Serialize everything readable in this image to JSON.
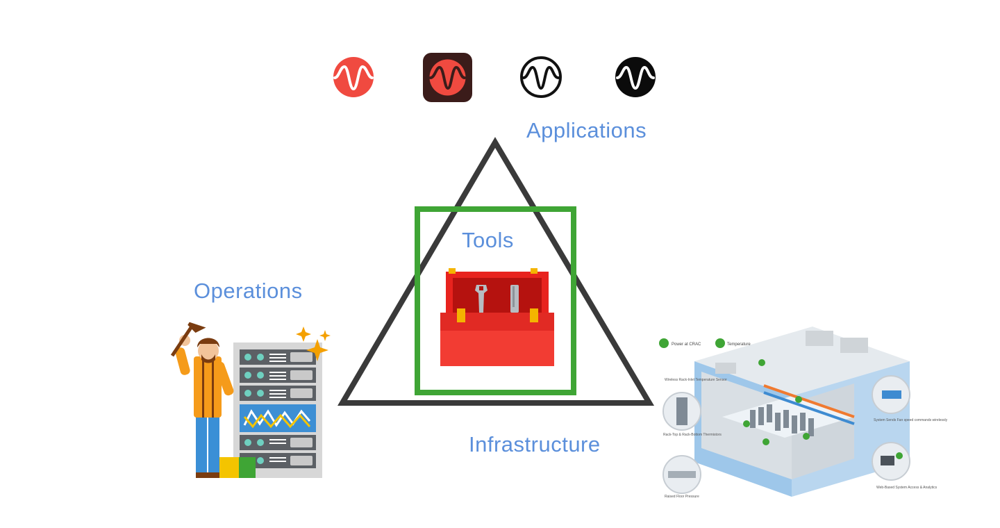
{
  "logos": [
    {
      "name": "logo-red-circle",
      "style": "red filled circle"
    },
    {
      "name": "logo-dark-rounded-square",
      "style": "dark square with red circle"
    },
    {
      "name": "logo-outline-circle",
      "style": "black outline circle"
    },
    {
      "name": "logo-black-circle",
      "style": "black filled circle"
    }
  ],
  "labels": {
    "applications": "Applications",
    "tools": "Tools",
    "operations": "Operations",
    "infrastructure": "Infrastructure"
  },
  "infra_callouts": {
    "power": "Power at CRAC",
    "temperature": "Temperature",
    "wireless": "Wireless Rack-Inlet Temperature Sensor",
    "rack_top": "Rack-Top & Rack-Bottom Thermistors",
    "raised_floor": "Raised Floor Pressure",
    "fan_speed": "System Sends Fan speed commands wirelessly",
    "web_based": "Web-Based System Access & Analytics"
  },
  "colors": {
    "label_blue": "#5b8fdb",
    "brand_red": "#f04a40",
    "triangle": "#3a3a3a",
    "frame_green": "#3fa535"
  }
}
